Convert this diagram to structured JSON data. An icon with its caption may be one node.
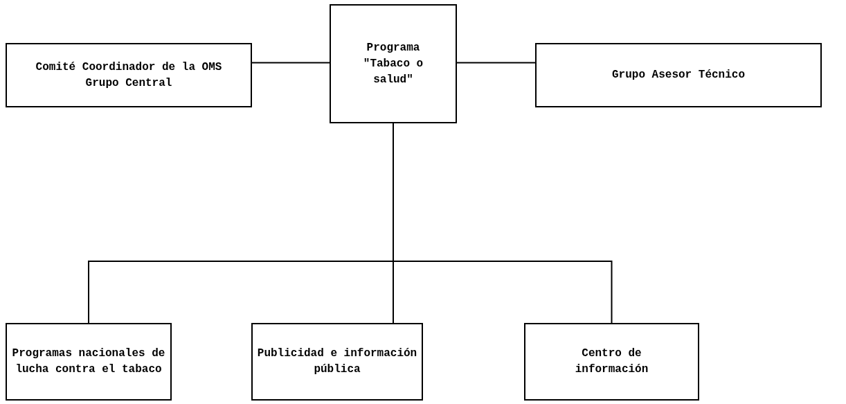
{
  "diagram": {
    "nodes": [
      {
        "text": [
          "Programa \"Tabaco o salud\""
        ]
      },
      {
        "text": [
          "Comité Coordinador de la OMS Grupo Central"
        ]
      },
      {
        "text": [
          "Grupo Asesor Técnico"
        ]
      },
      {
        "text": [
          "Programas nacionales de lucha contra el tabaco"
        ]
      },
      {
        "text": [
          "Publicidad e información pública"
        ]
      },
      {
        "text": [
          "Centro de información"
        ]
      }
    ],
    "edges": [
      {
        "from": 0,
        "to": 1,
        "arrow": "none"
      },
      {
        "from": 0,
        "to": 2,
        "arrow": "none"
      },
      {
        "from": 0,
        "to": 3,
        "arrow": "none"
      },
      {
        "from": 0,
        "to": 4,
        "arrow": "none"
      },
      {
        "from": 0,
        "to": 5,
        "arrow": "none"
      }
    ]
  }
}
